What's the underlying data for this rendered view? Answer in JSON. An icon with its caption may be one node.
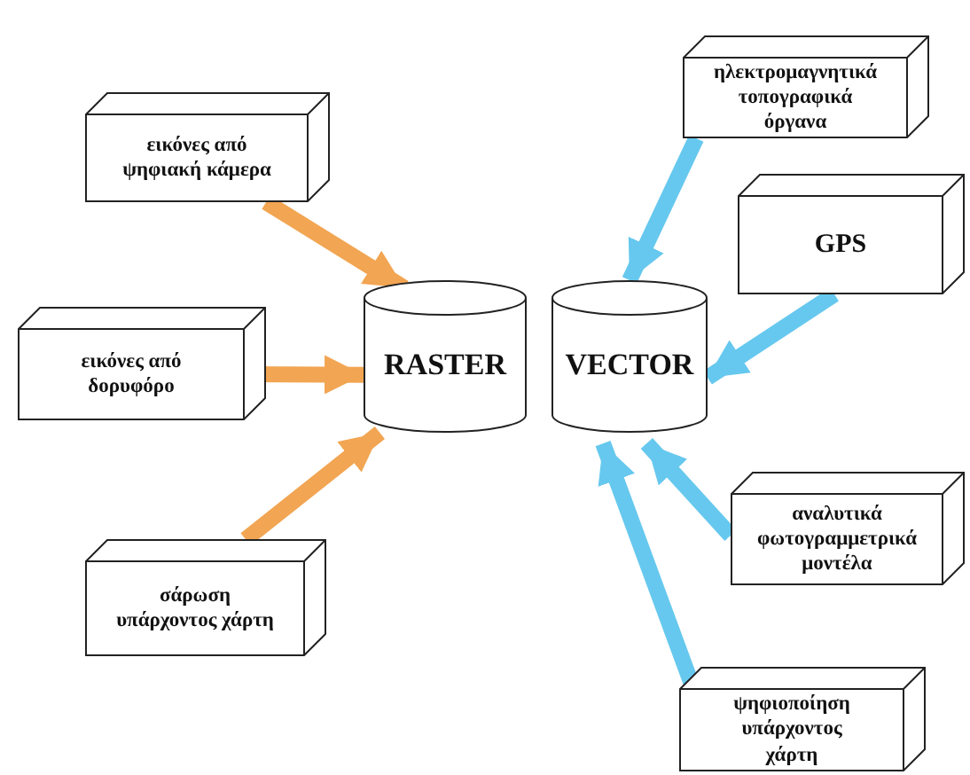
{
  "diagram": {
    "nodes": [
      {
        "text": [
          "εικόνες από ψηφιακή κάμερα"
        ]
      },
      {
        "text": [
          "εικόνες από δορυφόρο"
        ]
      },
      {
        "text": [
          "σάρωση υπάρχοντος χάρτη"
        ]
      },
      {
        "text": [
          "RASTER"
        ]
      },
      {
        "text": [
          "VECTOR"
        ]
      },
      {
        "text": [
          "ηλεκτρομαγνητικά τοπογραφικά όργανα"
        ]
      },
      {
        "text": [
          "GPS"
        ]
      },
      {
        "text": [
          "αναλυτικά φωτογραμμετρικά μοντέλα"
        ]
      },
      {
        "text": [
          "ψηφιοποίηση υπάρχοντος χάρτη"
        ]
      }
    ],
    "edges": [
      {
        "from": 0,
        "to": 3,
        "arrow": "to",
        "color": "#f2a552"
      },
      {
        "from": 1,
        "to": 3,
        "arrow": "to",
        "color": "#f2a552"
      },
      {
        "from": 2,
        "to": 3,
        "arrow": "to",
        "color": "#f2a552"
      },
      {
        "from": 5,
        "to": 4,
        "arrow": "to"
      },
      {
        "from": 6,
        "to": 4,
        "arrow": "to"
      },
      {
        "from": 7,
        "to": 4,
        "arrow": "to"
      },
      {
        "from": 8,
        "to": 4,
        "arrow": "to"
      }
    ]
  }
}
